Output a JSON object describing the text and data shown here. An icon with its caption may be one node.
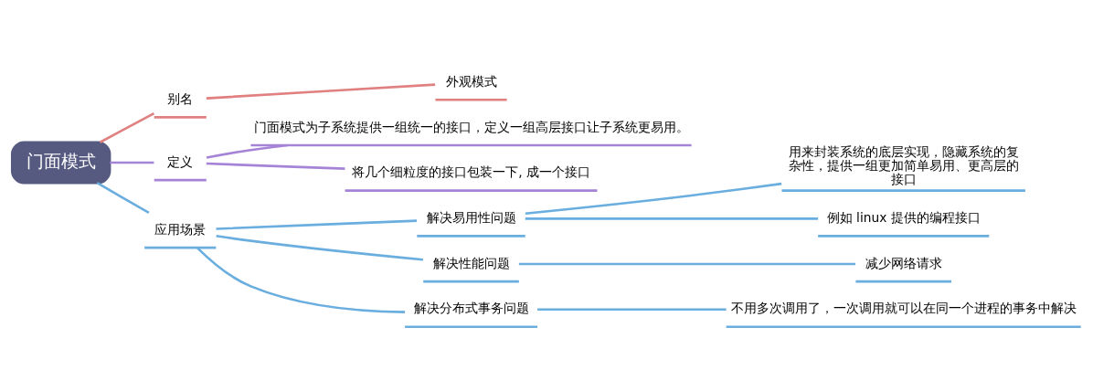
{
  "diagram": {
    "nodes": [
      {
        "text": [
          "门面模式"
        ]
      },
      {
        "text": [
          "别名"
        ]
      },
      {
        "text": [
          "外观模式"
        ]
      },
      {
        "text": [
          "定义"
        ]
      },
      {
        "text": [
          "门面模式为子系统提供一组统一的接口，定义一组高层接口让子系统更易用。"
        ]
      },
      {
        "text": [
          "将几个细粒度的接口包装一下, 成一个接口"
        ]
      },
      {
        "text": [
          "应用场景"
        ]
      },
      {
        "text": [
          "解决易用性问题"
        ]
      },
      {
        "text": [
          "用来封装系统的底层实现，隐藏系统的复杂性，提供一组更加简单易用、更高层的接口"
        ]
      },
      {
        "text": [
          "例如 linux 提供的编程接口"
        ]
      },
      {
        "text": [
          "解决性能问题"
        ]
      },
      {
        "text": [
          "减少网络请求"
        ]
      },
      {
        "text": [
          "解决分布式事务问题"
        ]
      },
      {
        "text": [
          "不用多次调用了，一次调用就可以在同一个进程的事务中解决"
        ]
      }
    ],
    "edges": [
      {
        "from": 0,
        "to": 1,
        "arrow": "none",
        "color": "#e08080"
      },
      {
        "from": 1,
        "to": 2,
        "arrow": "none",
        "color": "#e08080"
      },
      {
        "from": 0,
        "to": 3,
        "arrow": "none",
        "color": "#a584d8"
      },
      {
        "from": 3,
        "to": 4,
        "arrow": "none",
        "color": "#a584d8"
      },
      {
        "from": 3,
        "to": 5,
        "arrow": "none",
        "color": "#a584d8"
      },
      {
        "from": 0,
        "to": 6,
        "arrow": "none"
      },
      {
        "from": 6,
        "to": 7,
        "arrow": "none"
      },
      {
        "from": 7,
        "to": 8,
        "arrow": "none"
      },
      {
        "from": 7,
        "to": 9,
        "arrow": "none"
      },
      {
        "from": 6,
        "to": 10,
        "arrow": "none"
      },
      {
        "from": 10,
        "to": 11,
        "arrow": "none"
      },
      {
        "from": 6,
        "to": 12,
        "arrow": "none"
      },
      {
        "from": 12,
        "to": 13,
        "arrow": "none"
      }
    ]
  }
}
